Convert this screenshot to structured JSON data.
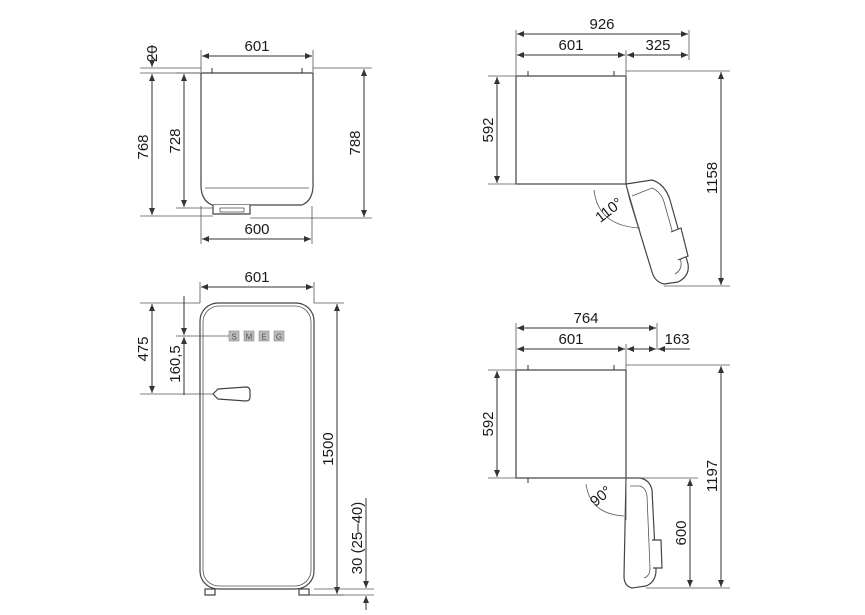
{
  "top_view_closed": {
    "width_top": "601",
    "width_bottom": "600",
    "offset_top": "20",
    "depth_body": "728",
    "depth_total": "768",
    "depth_with_handle": "788"
  },
  "front_view": {
    "width": "601",
    "height_total": "1500",
    "logo_height": "475",
    "handle_height": "160,5",
    "feet": "30 (25–40)",
    "logo_letters": [
      "S",
      "M",
      "E",
      "G"
    ]
  },
  "top_view_open_110": {
    "total_width": "926",
    "body_width": "601",
    "door_extension": "325",
    "depth": "592",
    "diagonal": "1158",
    "angle": "110°"
  },
  "top_view_open_90": {
    "total_width": "764",
    "body_width": "601",
    "door_extension": "163",
    "depth": "592",
    "door_depth": "600",
    "diagonal": "1197",
    "angle": "90°"
  }
}
